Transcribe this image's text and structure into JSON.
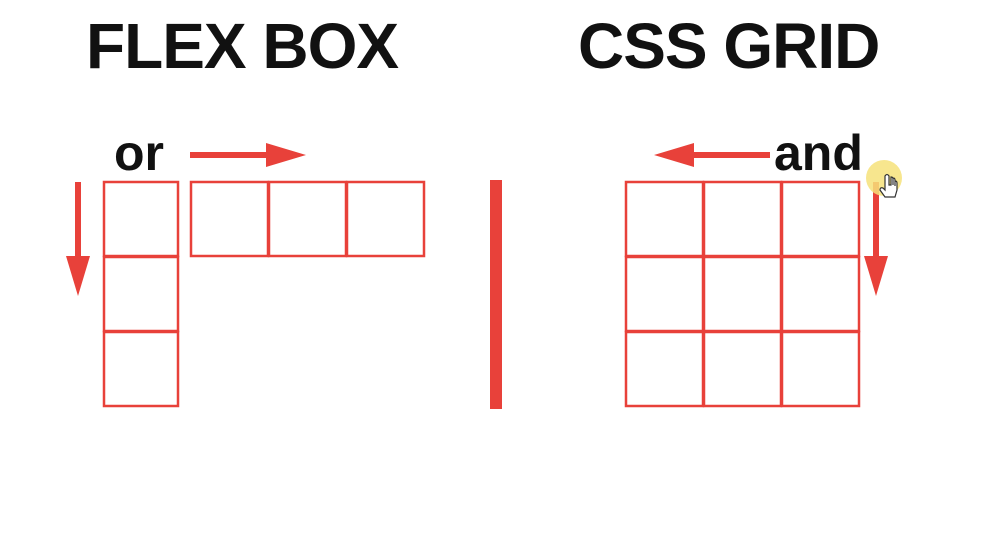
{
  "titles": {
    "left": "FLEX BOX",
    "right": "CSS GRID"
  },
  "labels": {
    "or": "or",
    "and": "and"
  },
  "colors": {
    "accent": "#e8413a",
    "text": "#111111"
  }
}
